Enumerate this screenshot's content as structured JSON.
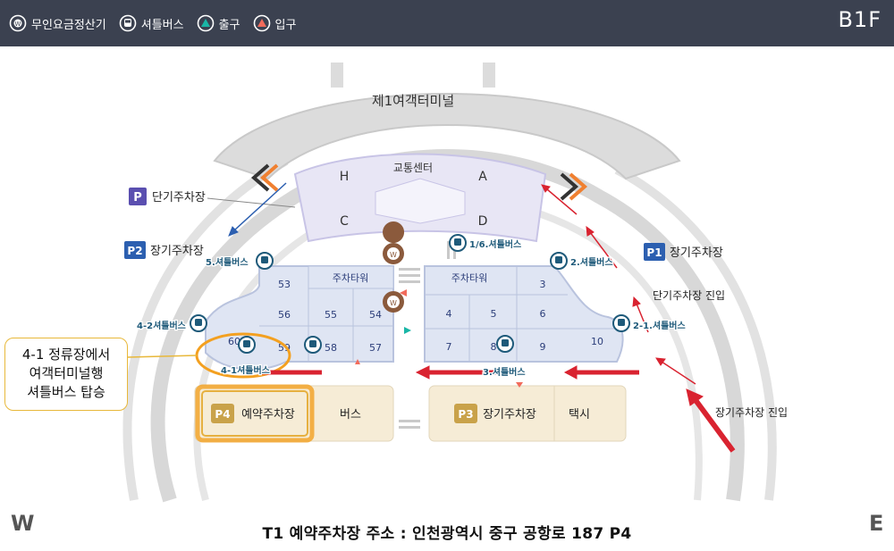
{
  "legend": [
    {
      "icon": "pay-station-icon",
      "label": "무인요금정산기"
    },
    {
      "icon": "shuttle-bus-icon",
      "label": "셔틀버스"
    },
    {
      "icon": "exit-icon",
      "label": "출구"
    },
    {
      "icon": "entrance-icon",
      "label": "입구"
    }
  ],
  "floor_level": "B1F",
  "colors": {
    "accent_blue": "#2c5fb0",
    "parking_purple": "#5a4fb0",
    "p3_p4_gold": "#c9a24a",
    "arrow_red": "#d92330",
    "shuttle_teal": "#1e5a7a"
  },
  "map": {
    "terminal_label": "제1여객터미널",
    "transport_center": "교통센터",
    "zones": {
      "h": "H",
      "a": "A",
      "c": "C",
      "d": "D"
    },
    "parking_tower_left": "주차타워",
    "parking_tower_right": "주차타워",
    "short_term": {
      "badge": "P",
      "label": "단기주차장"
    },
    "p2": {
      "badge": "P2",
      "label": "장기주차장"
    },
    "p1": {
      "badge": "P1",
      "label": "장기주차장"
    },
    "short_term_entry": "단기주차장 진입",
    "long_term_entry": "장기주차장 진입",
    "p4": {
      "badge": "P4",
      "label": "예약주차장"
    },
    "bus_area": "버스",
    "p3": {
      "badge": "P3",
      "label": "장기주차장"
    },
    "taxi": "택시",
    "blocks_left": [
      "53",
      "56",
      "55",
      "54",
      "60",
      "59",
      "58",
      "57"
    ],
    "blocks_right": [
      "3",
      "4",
      "5",
      "6",
      "7",
      "8",
      "9",
      "10"
    ],
    "shuttle_stops": [
      "1/6.셔틀버스",
      "2.셔틀버스",
      "2-1.셔틀버스",
      "3.셔틀버스",
      "4-1셔틀버스",
      "4-2셔틀버스",
      "5.셔틀버스"
    ]
  },
  "callout": [
    "4-1 정류장에서",
    "여객터미널행",
    "셔틀버스 탑승"
  ],
  "compass": {
    "west": "W",
    "east": "E"
  },
  "address": "T1 예약주차장 주소 : 인천광역시 중구 공항로 187 P4"
}
